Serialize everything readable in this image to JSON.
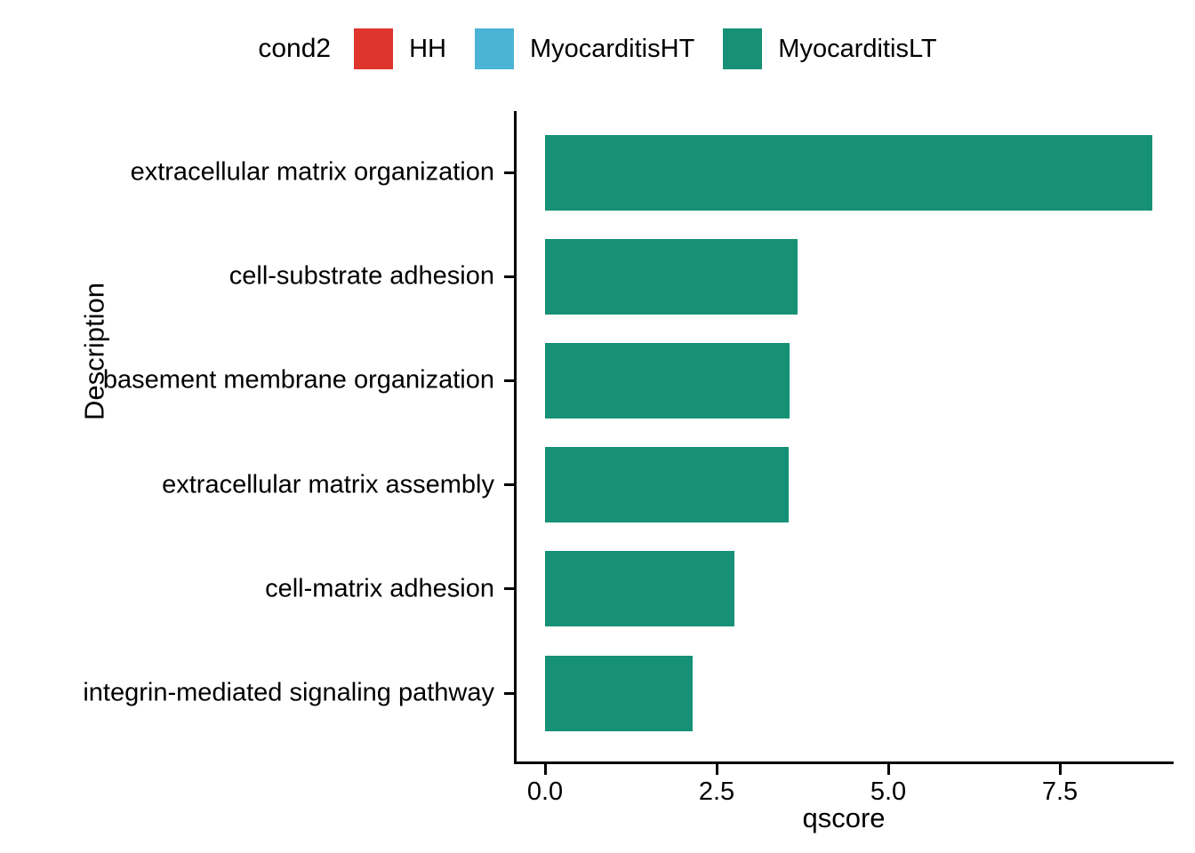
{
  "legend": {
    "title": "cond2",
    "entries": [
      {
        "label": "HH",
        "color": "#DE352C"
      },
      {
        "label": "MyocarditisHT",
        "color": "#4BB3D4"
      },
      {
        "label": "MyocarditisLT",
        "color": "#169176"
      }
    ]
  },
  "axes": {
    "x_title": "qscore",
    "y_title": "Description",
    "x_ticks": [
      "0.0",
      "2.5",
      "5.0",
      "7.5"
    ],
    "x_tick_values": [
      0.0,
      2.5,
      5.0,
      7.5
    ]
  },
  "chart_data": {
    "type": "bar",
    "orientation": "horizontal",
    "title": "",
    "xlabel": "qscore",
    "ylabel": "Description",
    "xlim": [
      0,
      9.6
    ],
    "grid": false,
    "legend_position": "top",
    "legend_title": "cond2",
    "series_color": "#169176",
    "series_name": "MyocarditisLT",
    "categories": [
      "extracellular matrix organization",
      "cell-substrate adhesion",
      "basement membrane organization",
      "extracellular matrix assembly",
      "cell-matrix adhesion",
      "integrin-mediated signaling pathway"
    ],
    "values": [
      8.85,
      3.68,
      3.56,
      3.55,
      2.76,
      2.15
    ]
  }
}
